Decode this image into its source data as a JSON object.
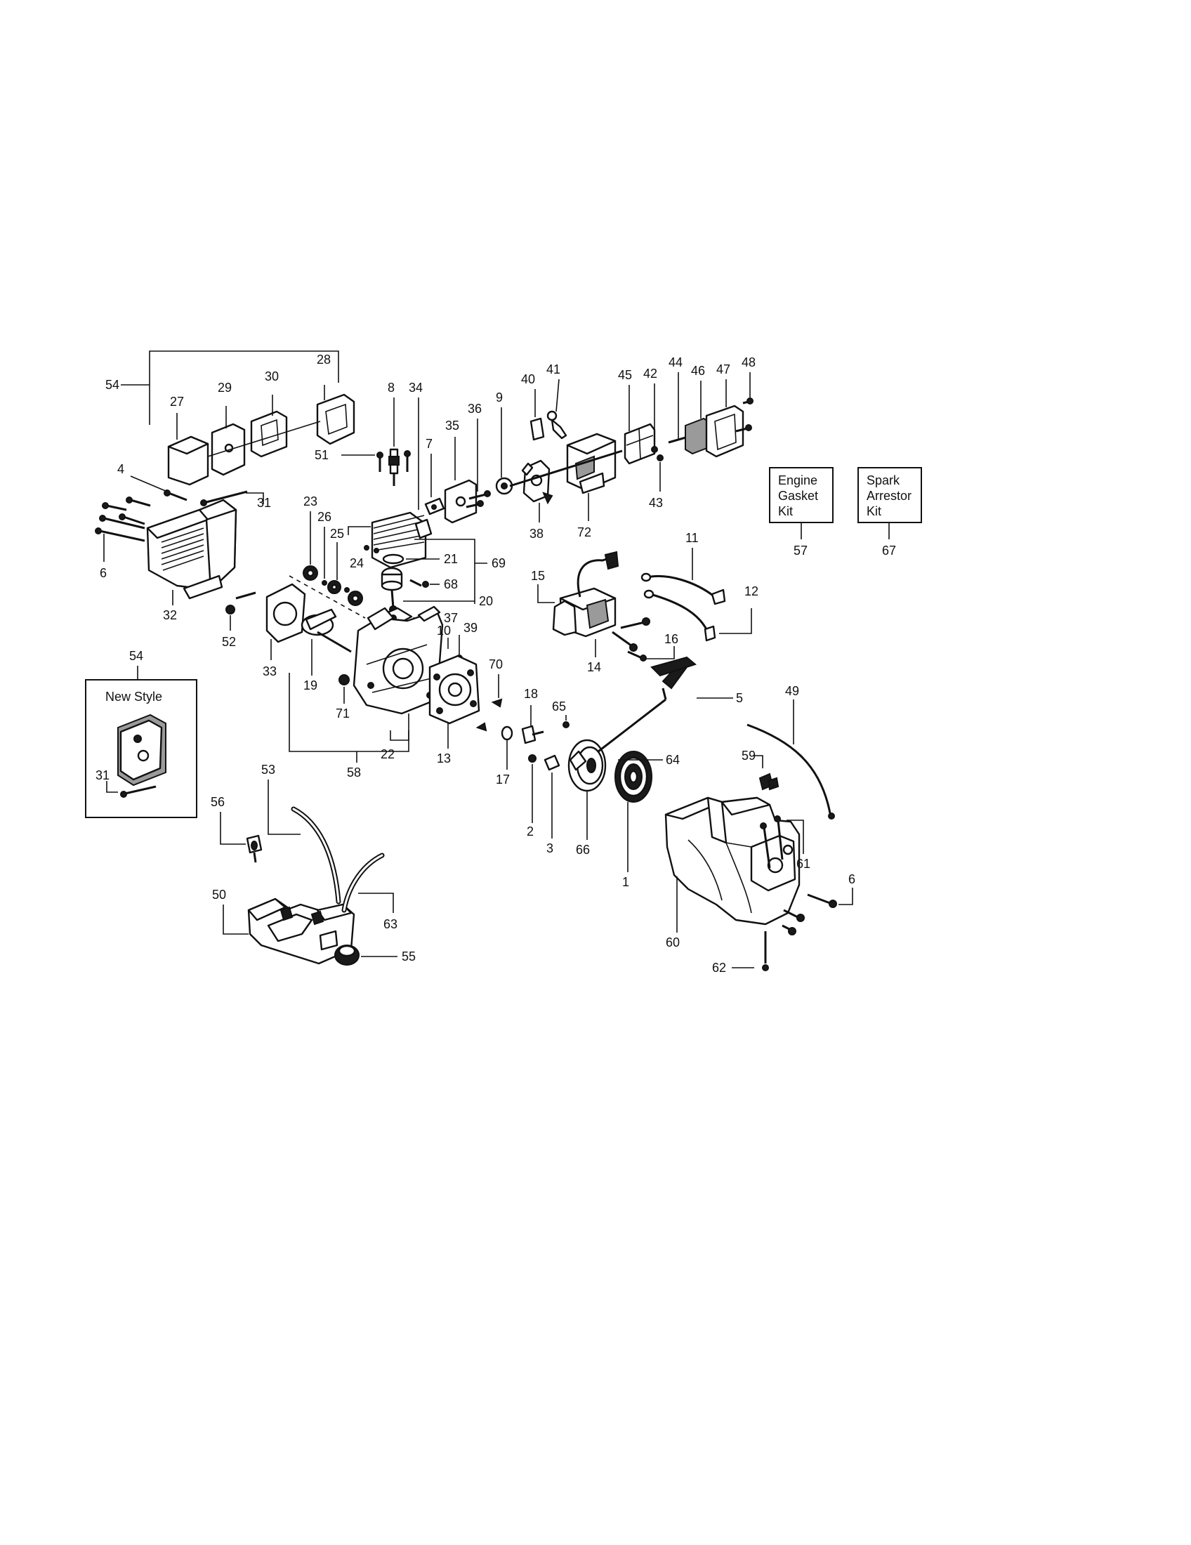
{
  "diagram": {
    "callouts": {
      "c1": "1",
      "c2": "2",
      "c3": "3",
      "c4": "4",
      "c5": "5",
      "c6a": "6",
      "c6b": "6",
      "c7": "7",
      "c8": "8",
      "c9": "9",
      "c10": "10",
      "c11": "11",
      "c12": "12",
      "c13": "13",
      "c14": "14",
      "c15": "15",
      "c16": "16",
      "c17": "17",
      "c18": "18",
      "c19": "19",
      "c20": "20",
      "c21": "21",
      "c22": "22",
      "c23": "23",
      "c24": "24",
      "c25": "25",
      "c26": "26",
      "c27": "27",
      "c28": "28",
      "c29": "29",
      "c30": "30",
      "c31a": "31",
      "c31b": "31",
      "c32": "32",
      "c33": "33",
      "c34": "34",
      "c35": "35",
      "c36": "36",
      "c37": "37",
      "c38": "38",
      "c39": "39",
      "c40": "40",
      "c41": "41",
      "c42": "42",
      "c43": "43",
      "c44": "44",
      "c45": "45",
      "c46": "46",
      "c47": "47",
      "c48": "48",
      "c49": "49",
      "c50": "50",
      "c51": "51",
      "c52": "52",
      "c53": "53",
      "c54a": "54",
      "c54b": "54",
      "c55": "55",
      "c56": "56",
      "c57": "57",
      "c58": "58",
      "c59": "59",
      "c60": "60",
      "c61": "61",
      "c62": "62",
      "c63": "63",
      "c64": "64",
      "c65": "65",
      "c66": "66",
      "c67": "67",
      "c68": "68",
      "c69": "69",
      "c70": "70",
      "c71": "71",
      "c72": "72"
    },
    "new_style_box": {
      "title": "New Style"
    },
    "kits": {
      "engine_gasket": {
        "line1": "Engine",
        "line2": "Gasket",
        "line3": "Kit"
      },
      "spark_arrestor": {
        "line1": "Spark",
        "line2": "Arrestor",
        "line3": "Kit"
      }
    }
  }
}
